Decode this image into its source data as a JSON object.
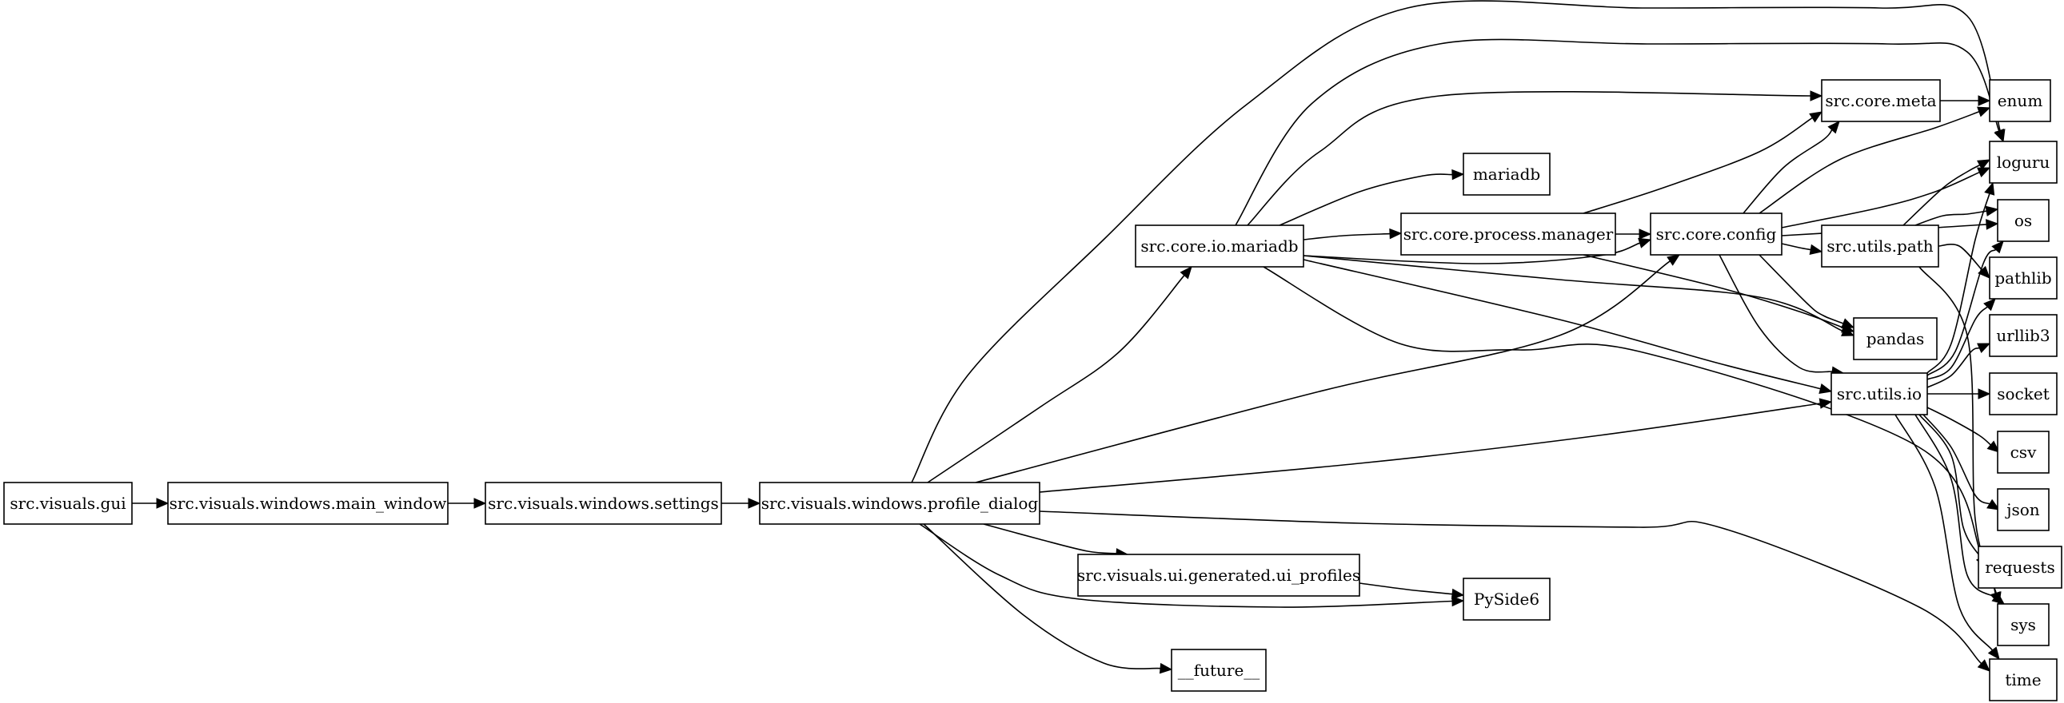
{
  "diagram": {
    "nodes": [
      {
        "id": "gui",
        "label": "src.visuals.gui"
      },
      {
        "id": "main_window",
        "label": "src.visuals.windows.main_window"
      },
      {
        "id": "settings",
        "label": "src.visuals.windows.settings"
      },
      {
        "id": "profile_dialog",
        "label": "src.visuals.windows.profile_dialog"
      },
      {
        "id": "ui_profiles",
        "label": "src.visuals.ui.generated.ui_profiles"
      },
      {
        "id": "future",
        "label": "__future__"
      },
      {
        "id": "io_mariadb",
        "label": "src.core.io.mariadb"
      },
      {
        "id": "mariadb",
        "label": "mariadb"
      },
      {
        "id": "process_manager",
        "label": "src.core.process.manager"
      },
      {
        "id": "pyside6",
        "label": "PySide6"
      },
      {
        "id": "config",
        "label": "src.core.config"
      },
      {
        "id": "meta",
        "label": "src.core.meta"
      },
      {
        "id": "utils_path",
        "label": "src.utils.path"
      },
      {
        "id": "pandas",
        "label": "pandas"
      },
      {
        "id": "utils_io",
        "label": "src.utils.io"
      },
      {
        "id": "enum",
        "label": "enum"
      },
      {
        "id": "loguru",
        "label": "loguru"
      },
      {
        "id": "os",
        "label": "os"
      },
      {
        "id": "pathlib",
        "label": "pathlib"
      },
      {
        "id": "urllib3",
        "label": "urllib3"
      },
      {
        "id": "socket",
        "label": "socket"
      },
      {
        "id": "csv",
        "label": "csv"
      },
      {
        "id": "json",
        "label": "json"
      },
      {
        "id": "requests",
        "label": "requests"
      },
      {
        "id": "sys",
        "label": "sys"
      },
      {
        "id": "time",
        "label": "time"
      }
    ],
    "edges": [
      {
        "from": "gui",
        "to": "main_window"
      },
      {
        "from": "main_window",
        "to": "settings"
      },
      {
        "from": "settings",
        "to": "profile_dialog"
      },
      {
        "from": "profile_dialog",
        "to": "io_mariadb"
      },
      {
        "from": "profile_dialog",
        "to": "config"
      },
      {
        "from": "profile_dialog",
        "to": "utils_io"
      },
      {
        "from": "profile_dialog",
        "to": "ui_profiles"
      },
      {
        "from": "profile_dialog",
        "to": "pyside6"
      },
      {
        "from": "profile_dialog",
        "to": "future"
      },
      {
        "from": "profile_dialog",
        "to": "loguru"
      },
      {
        "from": "profile_dialog",
        "to": "time"
      },
      {
        "from": "ui_profiles",
        "to": "pyside6"
      },
      {
        "from": "io_mariadb",
        "to": "mariadb"
      },
      {
        "from": "io_mariadb",
        "to": "process_manager"
      },
      {
        "from": "io_mariadb",
        "to": "config"
      },
      {
        "from": "io_mariadb",
        "to": "meta"
      },
      {
        "from": "io_mariadb",
        "to": "pandas"
      },
      {
        "from": "io_mariadb",
        "to": "utils_io"
      },
      {
        "from": "io_mariadb",
        "to": "loguru"
      },
      {
        "from": "io_mariadb",
        "to": "sys"
      },
      {
        "from": "process_manager",
        "to": "config"
      },
      {
        "from": "process_manager",
        "to": "meta"
      },
      {
        "from": "process_manager",
        "to": "pandas"
      },
      {
        "from": "config",
        "to": "meta"
      },
      {
        "from": "config",
        "to": "enum"
      },
      {
        "from": "config",
        "to": "loguru"
      },
      {
        "from": "config",
        "to": "os"
      },
      {
        "from": "config",
        "to": "utils_path"
      },
      {
        "from": "config",
        "to": "pandas"
      },
      {
        "from": "config",
        "to": "utils_io"
      },
      {
        "from": "meta",
        "to": "enum"
      },
      {
        "from": "utils_path",
        "to": "loguru"
      },
      {
        "from": "utils_path",
        "to": "os"
      },
      {
        "from": "utils_path",
        "to": "pathlib"
      },
      {
        "from": "utils_path",
        "to": "sys"
      },
      {
        "from": "utils_io",
        "to": "loguru"
      },
      {
        "from": "utils_io",
        "to": "os"
      },
      {
        "from": "utils_io",
        "to": "pathlib"
      },
      {
        "from": "utils_io",
        "to": "urllib3"
      },
      {
        "from": "utils_io",
        "to": "socket"
      },
      {
        "from": "utils_io",
        "to": "csv"
      },
      {
        "from": "utils_io",
        "to": "json"
      },
      {
        "from": "utils_io",
        "to": "requests"
      },
      {
        "from": "utils_io",
        "to": "sys"
      },
      {
        "from": "utils_io",
        "to": "time"
      }
    ]
  }
}
